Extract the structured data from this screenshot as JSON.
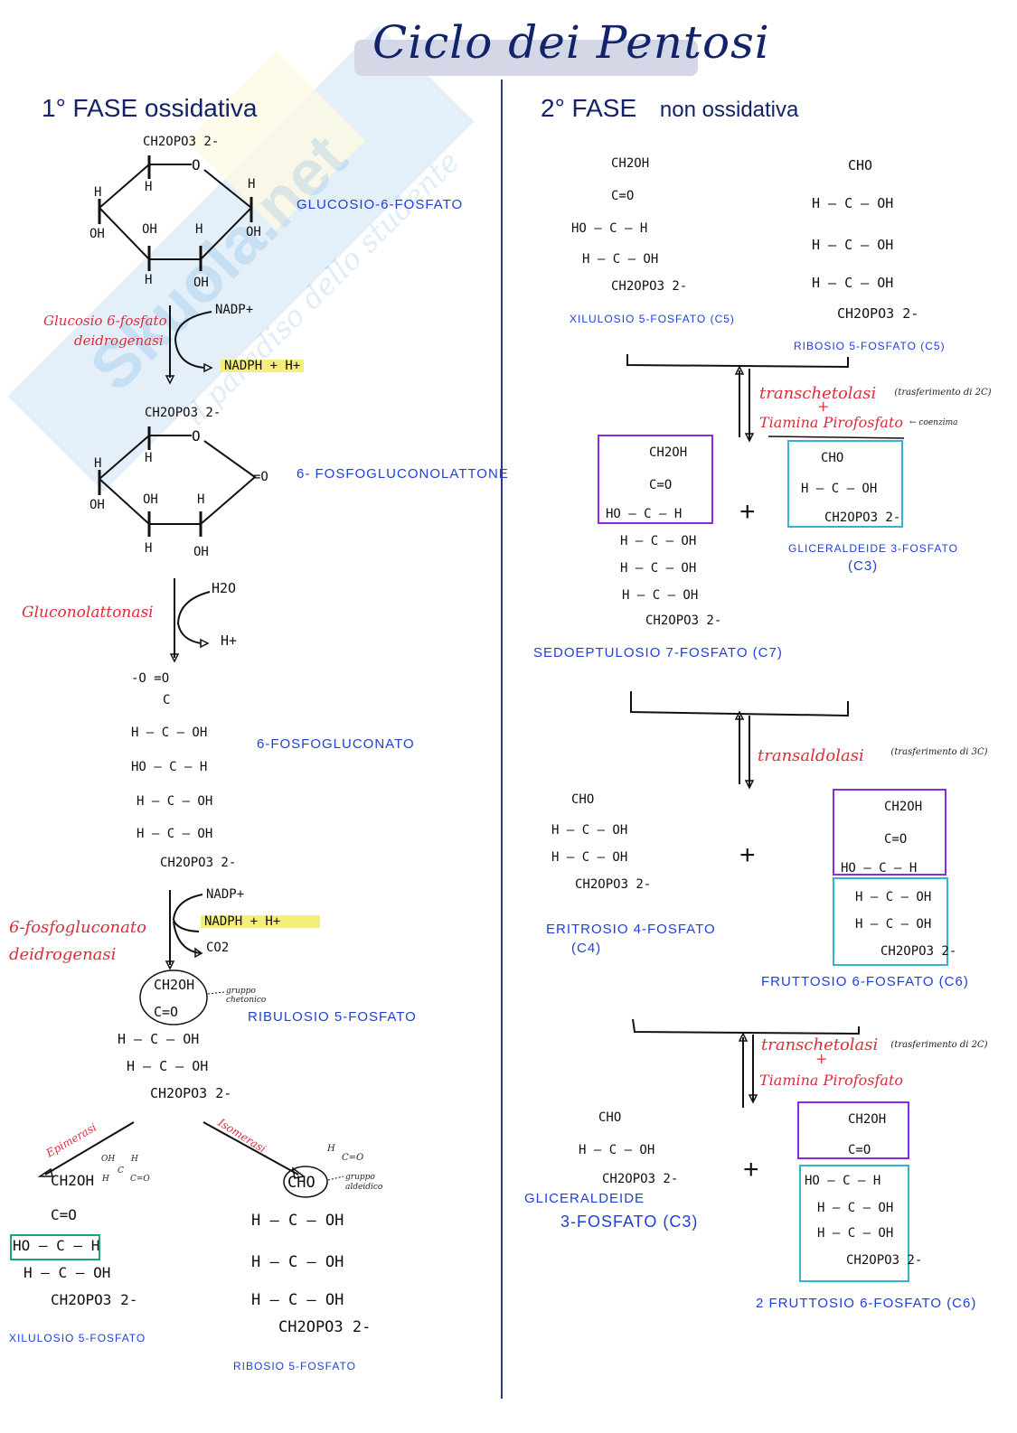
{
  "title": "Ciclo dei Pentosi",
  "watermark": {
    "brand": "Skuola.net",
    "tagline": "il paradiso dello studente"
  },
  "phase1": {
    "heading": "1° FASE ossidativa",
    "glucose6p": {
      "name": "GLUCOSIO-6-FOSFATO",
      "top_group": "CH2OPO3 2-",
      "ring_O": "O",
      "c5_sub": "H",
      "c1_top": "H",
      "c1_bottom": "OH",
      "c4_top": "H",
      "c4_bottom": "OH",
      "c3_top": "OH",
      "c3_bottom": "H",
      "c2_top": "H",
      "c2_bottom": "OH"
    },
    "step1": {
      "enzyme_line1": "Glucosio 6-fosfato",
      "enzyme_line2": "deidrogenasi",
      "in": "NADP+",
      "out": "NADPH + H+"
    },
    "lactone": {
      "name": "6- FOSFOGLUCONOLATTONE",
      "top_group": "CH2OPO3 2-",
      "ring_O": "O",
      "c5_sub": "H",
      "carbonyl": "=O",
      "c4_top": "H",
      "c4_bottom": "OH",
      "c3_top": "OH",
      "c3_bottom": "H",
      "c2_top": "H",
      "c2_bottom": "OH"
    },
    "step2": {
      "enzyme": "Gluconolattonasi",
      "in": "H2O",
      "out": "H+"
    },
    "gluconate": {
      "name": "6-FOSFOGLUCONATO",
      "lines": [
        "-O   =O",
        "C",
        "H – C – OH",
        "HO – C – H",
        "H – C – OH",
        "H – C – OH",
        "CH2OPO3 2-"
      ]
    },
    "step3": {
      "enzyme_line1": "6-fosfogluconato",
      "enzyme_line2": "deidrogenasi",
      "in": "NADP+",
      "out": "NADPH + H+",
      "out2": "CO2"
    },
    "ribulose": {
      "name": "RIBULOSIO 5-FOSFATO",
      "annotation": "gruppo chetonico",
      "lines": [
        "CH2OH",
        "C=O",
        "H – C – OH",
        "H – C – OH",
        "CH2OPO3 2-"
      ]
    },
    "epimerase": {
      "label": "Epimerasi"
    },
    "isomerase": {
      "label": "Isomerasi"
    },
    "xylulose": {
      "name": "XILULOSIO 5-FOSFATO",
      "lines": [
        "CH2OH",
        "C=O",
        "HO – C – H",
        "H – C – OH",
        "CH2OPO3 2-"
      ],
      "inset": [
        "OH",
        "H",
        "C",
        "H",
        "C=O"
      ]
    },
    "ribose": {
      "name": "RIBOSIO 5-FOSFATO",
      "annotation": "gruppo aldeidico",
      "inset": [
        "H",
        "C=O"
      ],
      "lines": [
        "CHO",
        "H – C – OH",
        "H – C – OH",
        "H – C – OH",
        "CH2OPO3 2-"
      ]
    }
  },
  "phase2": {
    "heading_a": "2° FASE",
    "heading_b": "non ossidativa",
    "xylulose": {
      "name": "XILULOSIO 5-FOSFATO (C5)",
      "lines": [
        "CH2OH",
        "C=O",
        "HO – C – H",
        "H – C – OH",
        "CH2OPO3 2-"
      ]
    },
    "ribose": {
      "name": "RIBOSIO 5-FOSFATO (C5)",
      "lines": [
        "CHO",
        "H – C – OH",
        "H – C – OH",
        "H – C – OH",
        "CH2OPO3 2-"
      ]
    },
    "reaction1": {
      "enzyme": "transchetolasi",
      "plus": "+",
      "cofactor": "Tiamina Pirofosfato",
      "cofactor_note": "← coenzima",
      "note": "(trasferimento di 2C)"
    },
    "sedoheptulose": {
      "name": "SEDOEPTULOSIO 7-FOSFATO (C7)",
      "lines": [
        "CH2OH",
        "C=O",
        "HO – C – H",
        "H – C – OH",
        "H – C – OH",
        "H – C – OH",
        "CH2OPO3 2-"
      ]
    },
    "plus": "+",
    "g3p": {
      "name_line1": "GLICERALDEIDE 3-FOSFATO",
      "name_line2": "(C3)",
      "lines": [
        "CHO",
        "H – C – OH",
        "CH2OPO3 2-"
      ]
    },
    "reaction2": {
      "enzyme": "transaldolasi",
      "note": "(trasferimento di 3C)"
    },
    "erythrose": {
      "name_line1": "ERITROSIO 4-FOSFATO",
      "name_line2": "(C4)",
      "lines": [
        "CHO",
        "H – C – OH",
        "H – C – OH",
        "CH2OPO3 2-"
      ]
    },
    "fructose": {
      "name": "FRUTTOSIO 6-FOSFATO (C6)",
      "lines": [
        "CH2OH",
        "C=O",
        "HO – C – H",
        "H – C – OH",
        "H – C – OH",
        "CH2OPO3 2-"
      ]
    },
    "reaction3": {
      "enzyme": "transchetolasi",
      "plus": "+",
      "cofactor": "Tiamina Pirofosfato",
      "note": "(trasferimento di 2C)"
    },
    "g3p_2": {
      "name_line1": "GLICERALDEIDE",
      "name_line2": "3-FOSFATO (C3)",
      "lines": [
        "CHO",
        "H – C – OH",
        "CH2OPO3 2-"
      ]
    },
    "fructose_2": {
      "name": "2 FRUTTOSIO 6-FOSFATO (C6)",
      "lines": [
        "CH2OH",
        "C=O",
        "HO – C – H",
        "H – C – OH",
        "H – C – OH",
        "CH2OPO3 2-"
      ]
    }
  },
  "colors": {
    "title": "#13236b",
    "title_bg": "#d3d7e6",
    "names": "#1f3fd6",
    "enzymes": "#e02b3b",
    "highlight": "#f5ef7a",
    "box_purple": "#8a2be2",
    "box_cyan": "#33b5c9",
    "box_green": "#1fa37a"
  }
}
